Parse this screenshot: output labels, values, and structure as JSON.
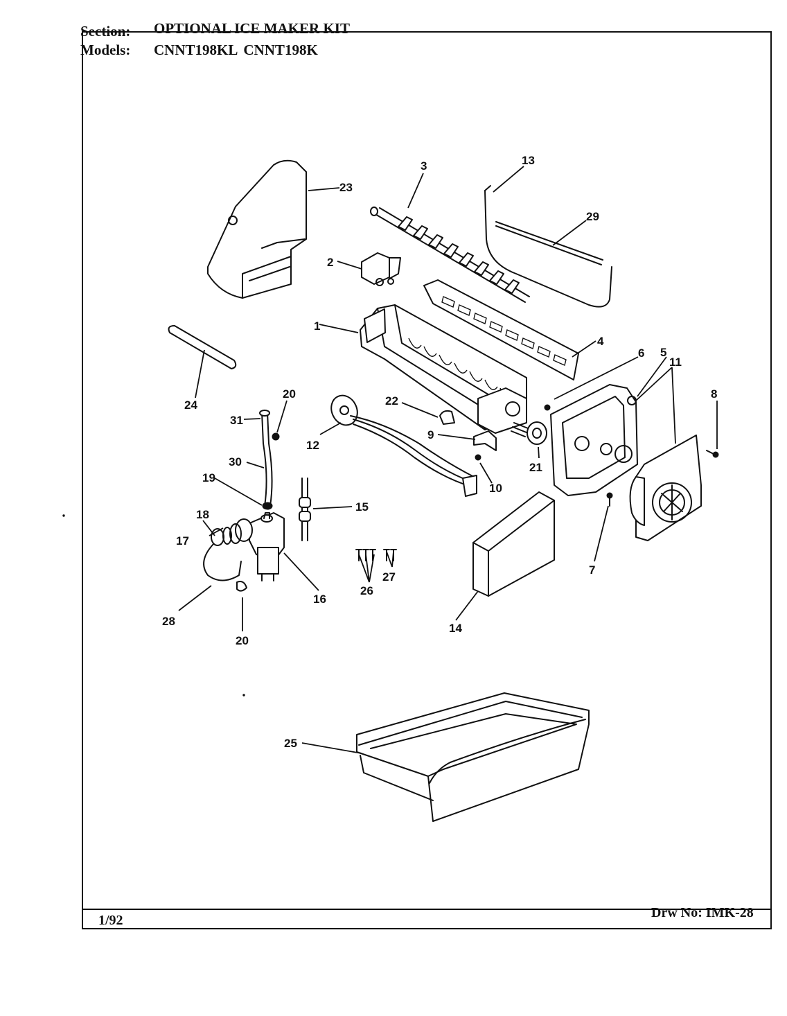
{
  "header": {
    "section_label": "Section:",
    "section_value": "OPTIONAL ICE MAKER KIT",
    "models_label": "Models:",
    "models_value": "CNNT198KL  CNNT198K"
  },
  "footer": {
    "date": "1/92",
    "drawing_number": "Drw No: IMK-28"
  },
  "callouts": [
    "1",
    "2",
    "3",
    "4",
    "5",
    "6",
    "7",
    "8",
    "9",
    "10",
    "11",
    "12",
    "13",
    "14",
    "15",
    "16",
    "17",
    "18",
    "19",
    "20",
    "20",
    "21",
    "22",
    "23",
    "24",
    "25",
    "26",
    "27",
    "28",
    "29",
    "30",
    "31"
  ]
}
